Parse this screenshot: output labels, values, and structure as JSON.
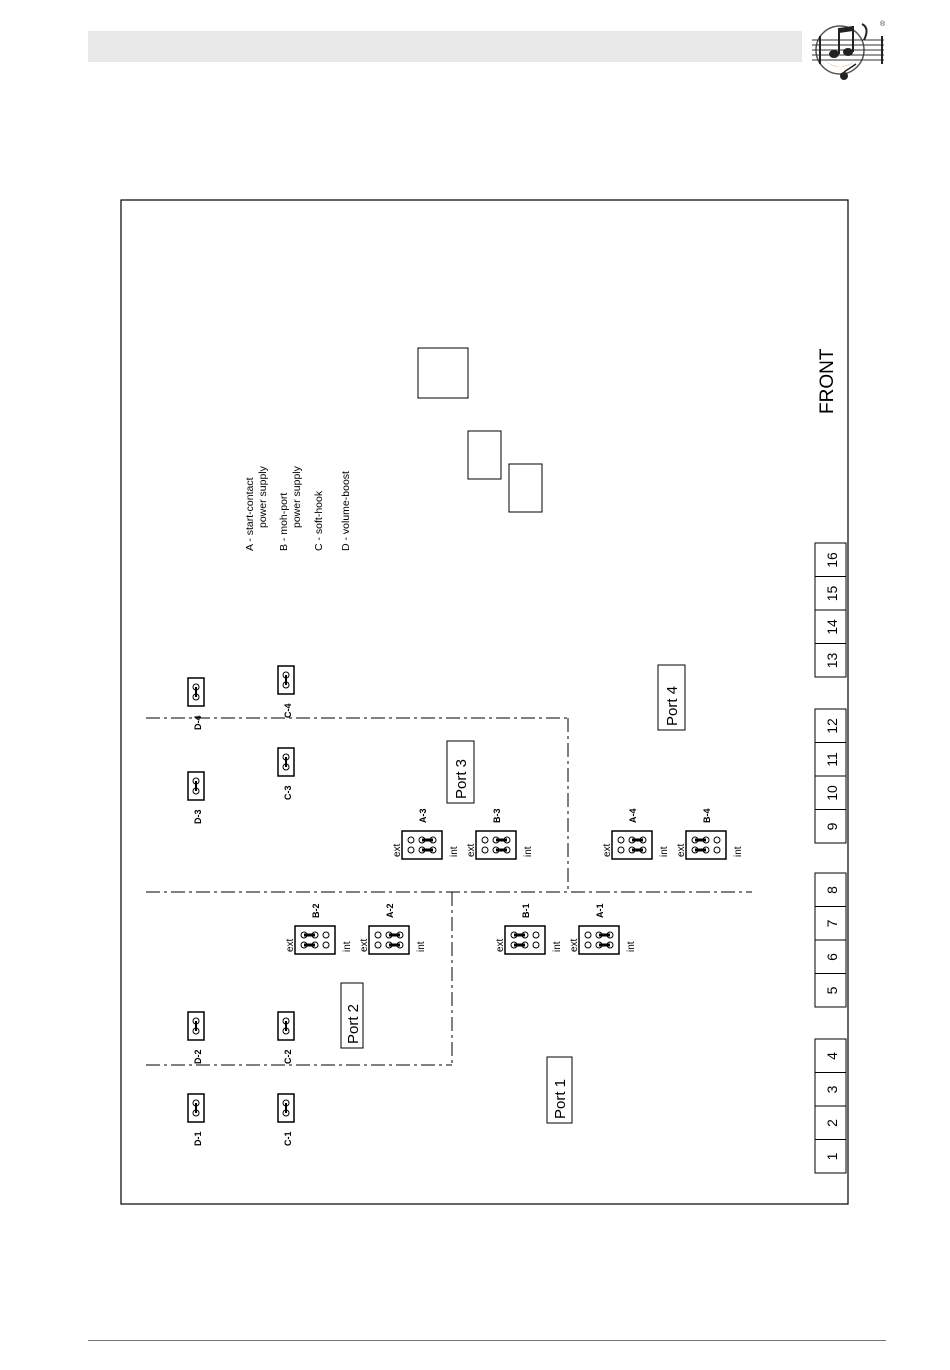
{
  "orientation_label": "FRONT",
  "legend": [
    {
      "line1": "A - start-contact",
      "line2": "power supply"
    },
    {
      "line1": "B - moh-port",
      "line2": "power supply"
    },
    {
      "line1": "C - soft-hook",
      "line2": ""
    },
    {
      "line1": "D - volume-boost",
      "line2": ""
    }
  ],
  "ports": {
    "p1": "Port 1",
    "p2": "Port 2",
    "p3": "Port 3",
    "p4": "Port 4"
  },
  "terminals": [
    "1",
    "2",
    "3",
    "4",
    "5",
    "6",
    "7",
    "8",
    "9",
    "10",
    "11",
    "12",
    "13",
    "14",
    "15",
    "16"
  ],
  "jumpers": {
    "d1": "D-1",
    "d2": "D-2",
    "d3": "D-3",
    "d4": "D-4",
    "c1": "C-1",
    "c2": "C-2",
    "c3": "C-3",
    "c4": "C-4",
    "a1": "A-1",
    "a2": "A-2",
    "a3": "A-3",
    "a4": "A-4",
    "b1": "B-1",
    "b2": "B-2",
    "b3": "B-3",
    "b4": "B-4"
  },
  "jumper_positions": {
    "ext": "ext",
    "int": "int"
  }
}
